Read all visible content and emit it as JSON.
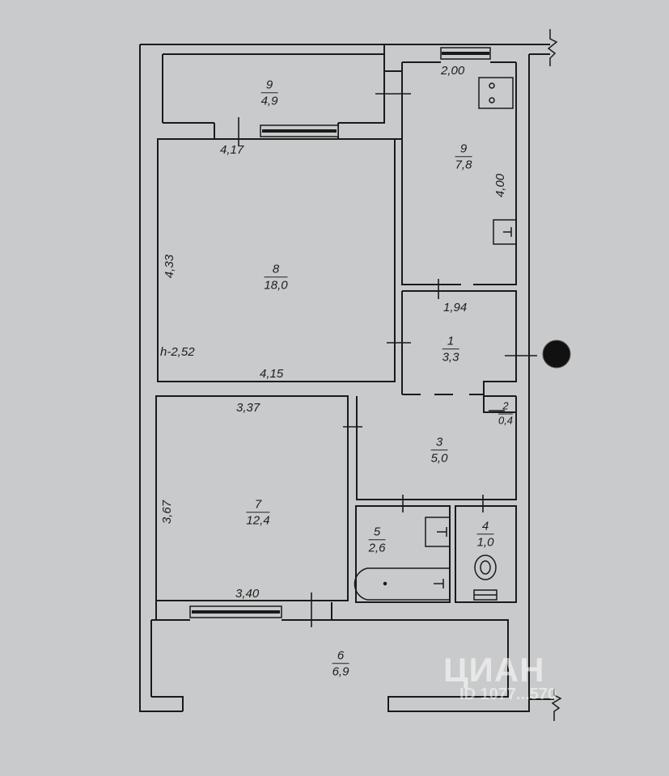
{
  "rooms": [
    {
      "id": "r9a",
      "number": "9",
      "area": "4,9"
    },
    {
      "id": "r9b",
      "number": "9",
      "area": "7,8"
    },
    {
      "id": "r8",
      "number": "8",
      "area": "18,0"
    },
    {
      "id": "r1",
      "number": "1",
      "area": "3,3"
    },
    {
      "id": "r2",
      "number": "2",
      "area": "0,4"
    },
    {
      "id": "r3",
      "number": "3",
      "area": "5,0"
    },
    {
      "id": "r7",
      "number": "7",
      "area": "12,4"
    },
    {
      "id": "r5",
      "number": "5",
      "area": "2,6"
    },
    {
      "id": "r4",
      "number": "4",
      "area": "1,0"
    },
    {
      "id": "r6",
      "number": "6",
      "area": "6,9"
    }
  ],
  "dimensions": {
    "kitchen_width": "2,00",
    "kitchen_length": "4,00",
    "room8_top": "4,17",
    "room8_side": "4,33",
    "room8_bottom": "4,15",
    "ceiling_height": "h-2,52",
    "hall_width": "1,94",
    "room7_top": "3,37",
    "room7_side": "3,67",
    "room7_bottom": "3,40"
  },
  "watermark": {
    "brand": "ЦИАН",
    "id": "ID 1077...570"
  }
}
